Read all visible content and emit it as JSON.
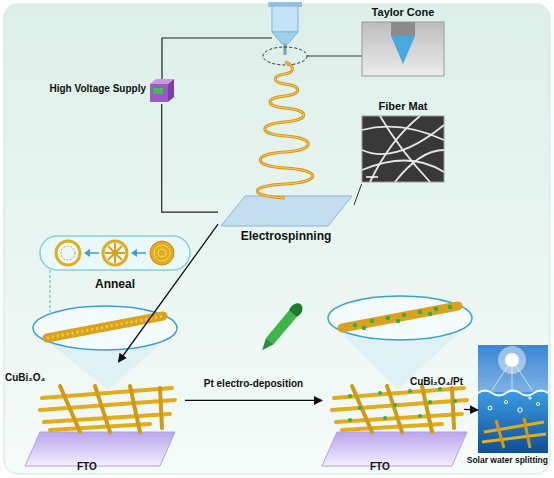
{
  "diagram": {
    "nodes": [
      {
        "text": [
          "Taylor Cone"
        ]
      },
      {
        "text": [
          "High Voltage Supply"
        ]
      },
      {
        "text": [
          "Fiber Mat"
        ]
      },
      {
        "text": [
          "Electrospinning"
        ]
      },
      {
        "text": [
          "Anneal"
        ]
      },
      {
        "text": [
          "CuBi₂O₄",
          "FTO"
        ]
      },
      {
        "text": [
          "CuBi₂O₄/Pt",
          "FTO"
        ]
      },
      {
        "text": [
          "Solar water splitting"
        ]
      }
    ],
    "edges": [
      {
        "from": 3,
        "to": 5,
        "arrow": "to"
      },
      {
        "from": 5,
        "to": 6,
        "arrow": "to",
        "label": "Pt electro-deposition"
      },
      {
        "from": 6,
        "to": 7,
        "arrow": "to"
      },
      {
        "from": 1,
        "to": 3,
        "arrow": "none"
      },
      {
        "from": 3,
        "to": 2,
        "arrow": "none"
      }
    ]
  }
}
